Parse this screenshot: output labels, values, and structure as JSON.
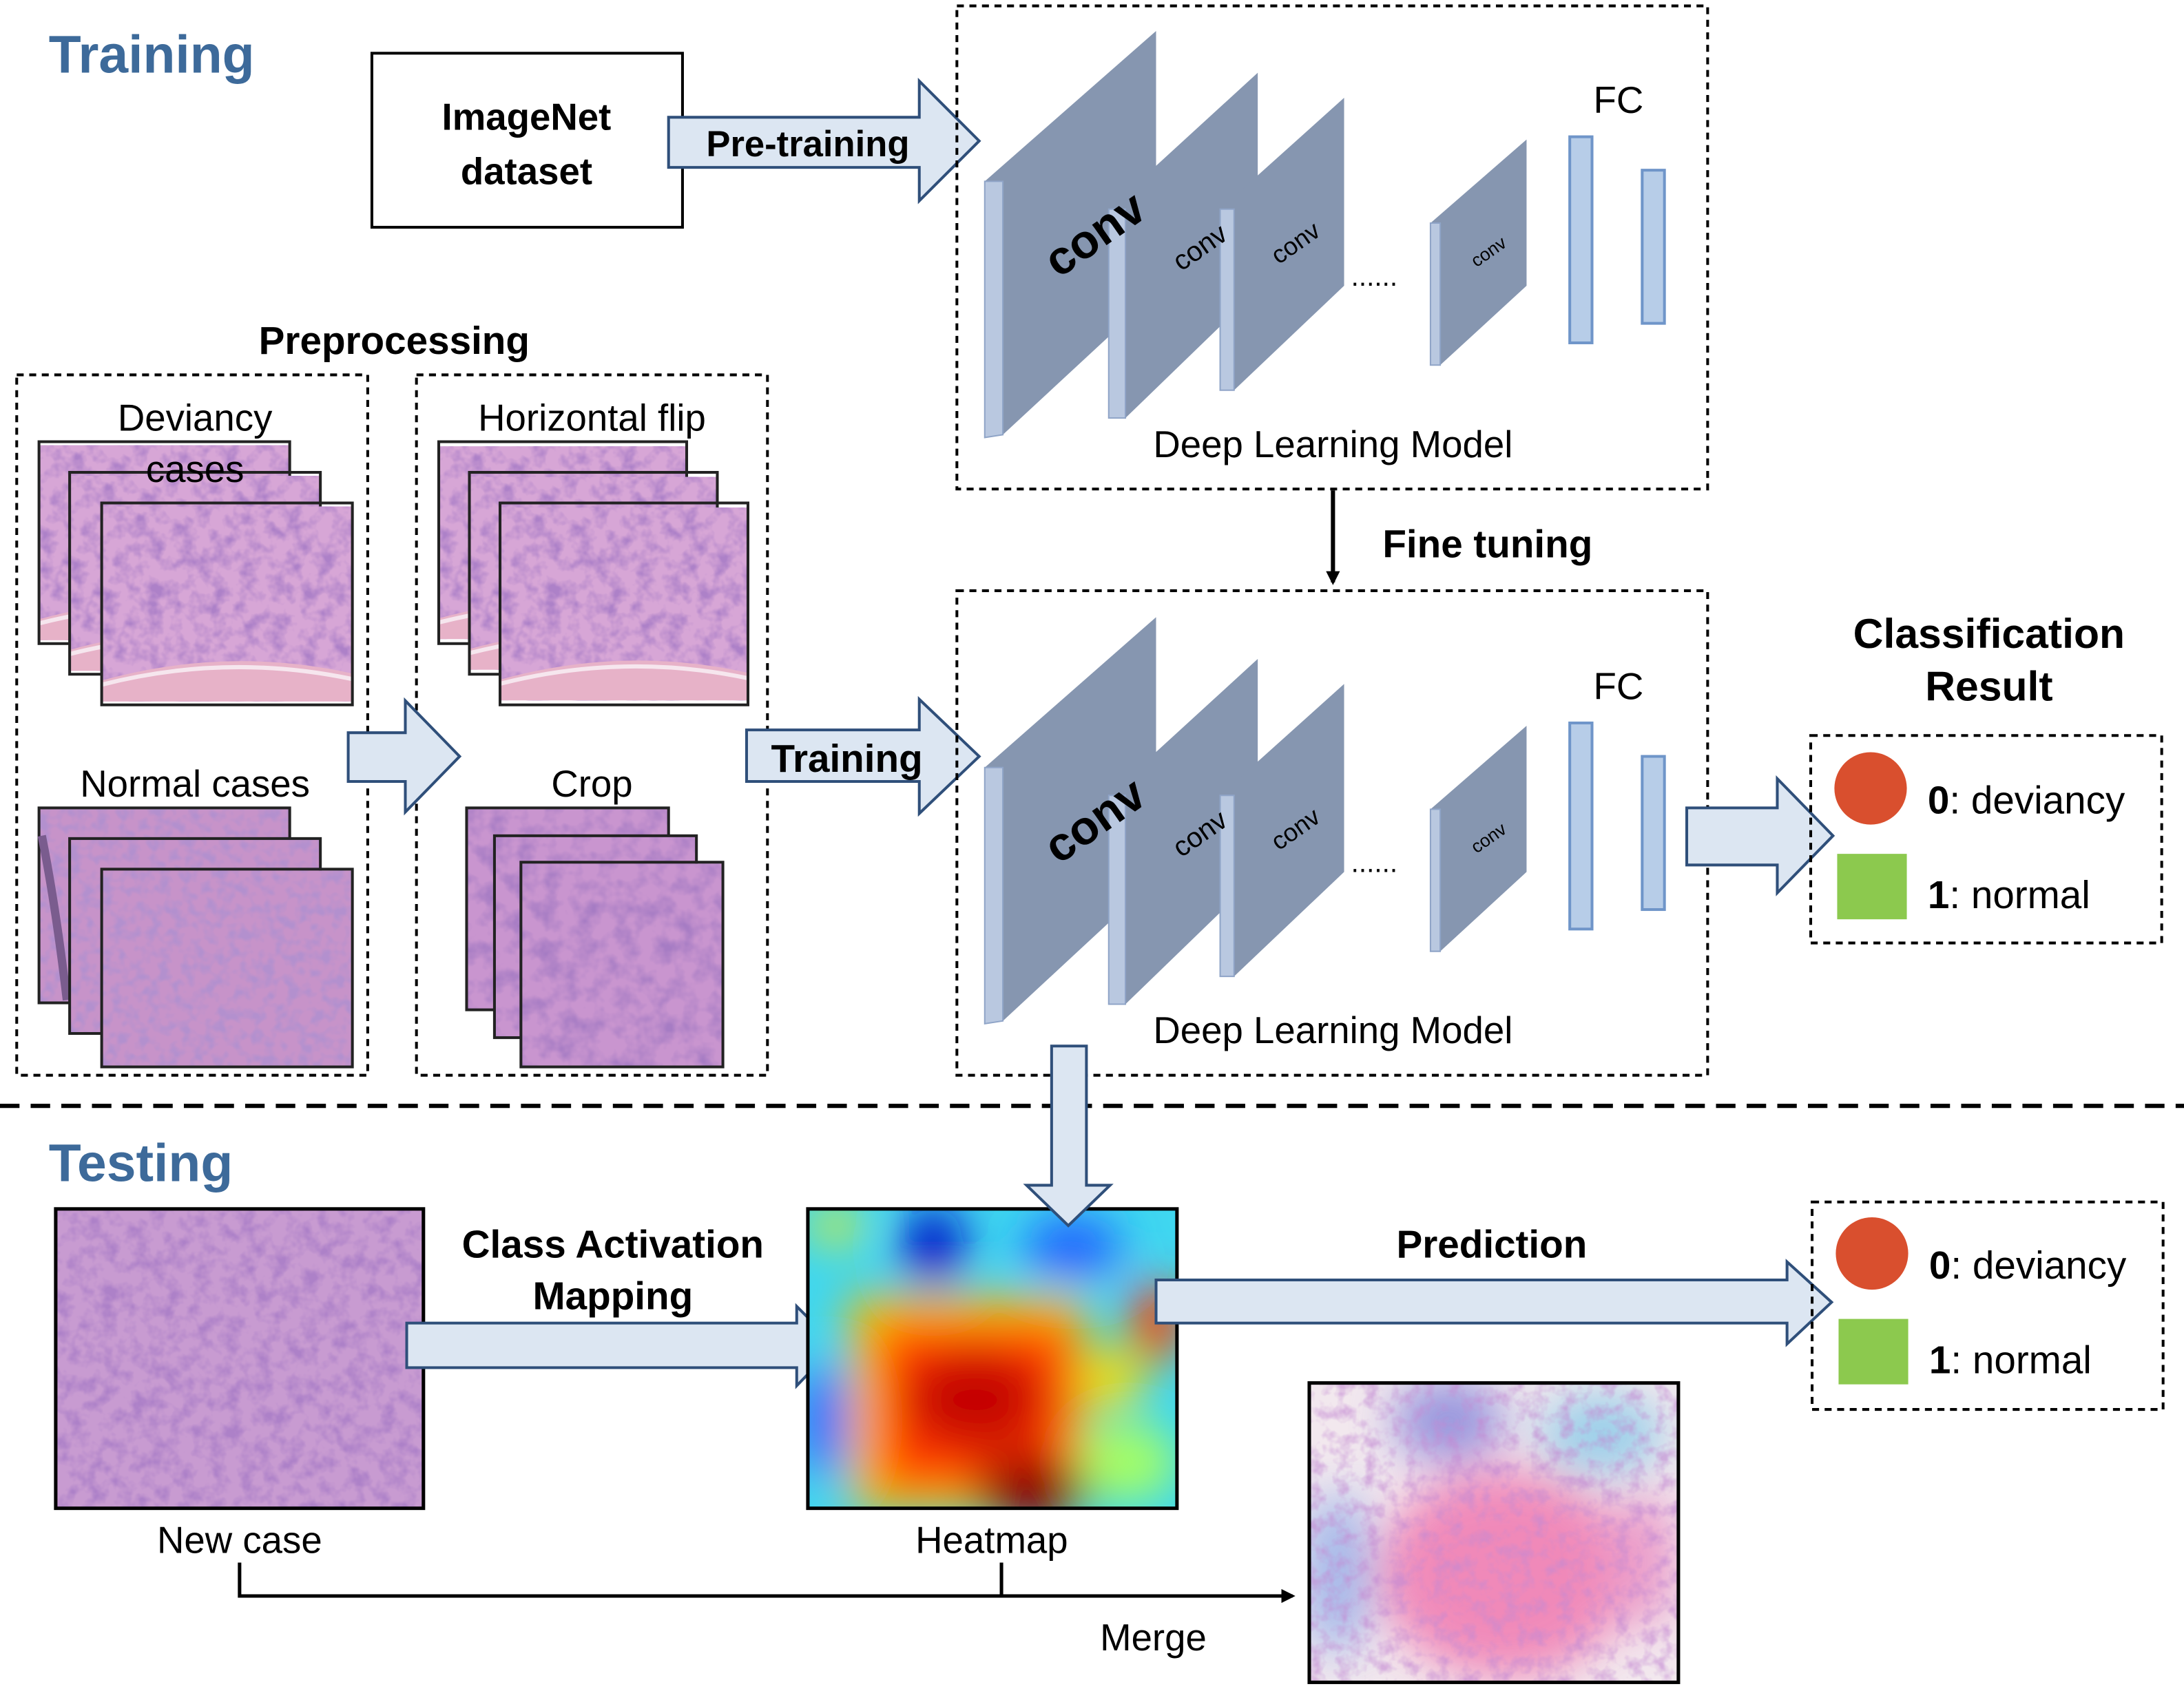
{
  "sections": {
    "training": "Training",
    "testing": "Testing"
  },
  "imagenet": {
    "line1": "ImageNet",
    "line2": "dataset"
  },
  "arrows": {
    "pretraining": "Pre-training",
    "training": "Training",
    "fine_tuning": "Fine tuning",
    "cam_line1": "Class Activation",
    "cam_line2": "Mapping",
    "prediction": "Prediction",
    "merge": "Merge"
  },
  "preprocessing": {
    "title": "Preprocessing",
    "deviancy_line1": "Deviancy",
    "deviancy_line2": "cases",
    "normal": "Normal cases",
    "flip": "Horizontal flip",
    "crop": "Crop"
  },
  "model": {
    "caption": "Deep Learning Model",
    "conv_label": "conv",
    "fc_label": "FC",
    "dots": "......"
  },
  "classification": {
    "title_line1": "Classification",
    "title_line2": "Result",
    "class0_code": "0",
    "class0_name": ": deviancy",
    "class1_code": "1",
    "class1_name": ": normal"
  },
  "testing": {
    "new_case": "New case",
    "heatmap": "Heatmap"
  },
  "colors": {
    "section_title": "#3d6a9a",
    "arrow_fill": "#dce6f2",
    "arrow_stroke": "#2f4f7a",
    "conv_face": "#8696b0",
    "conv_side": "#b9c8e0",
    "fc_fill": "#b7cde8",
    "fc_stroke": "#6f95c9",
    "class0": "#d94f2e",
    "class1": "#8cc94e",
    "tissue_base": "#c99ad0",
    "tissue_dark": "#6a3f94"
  }
}
